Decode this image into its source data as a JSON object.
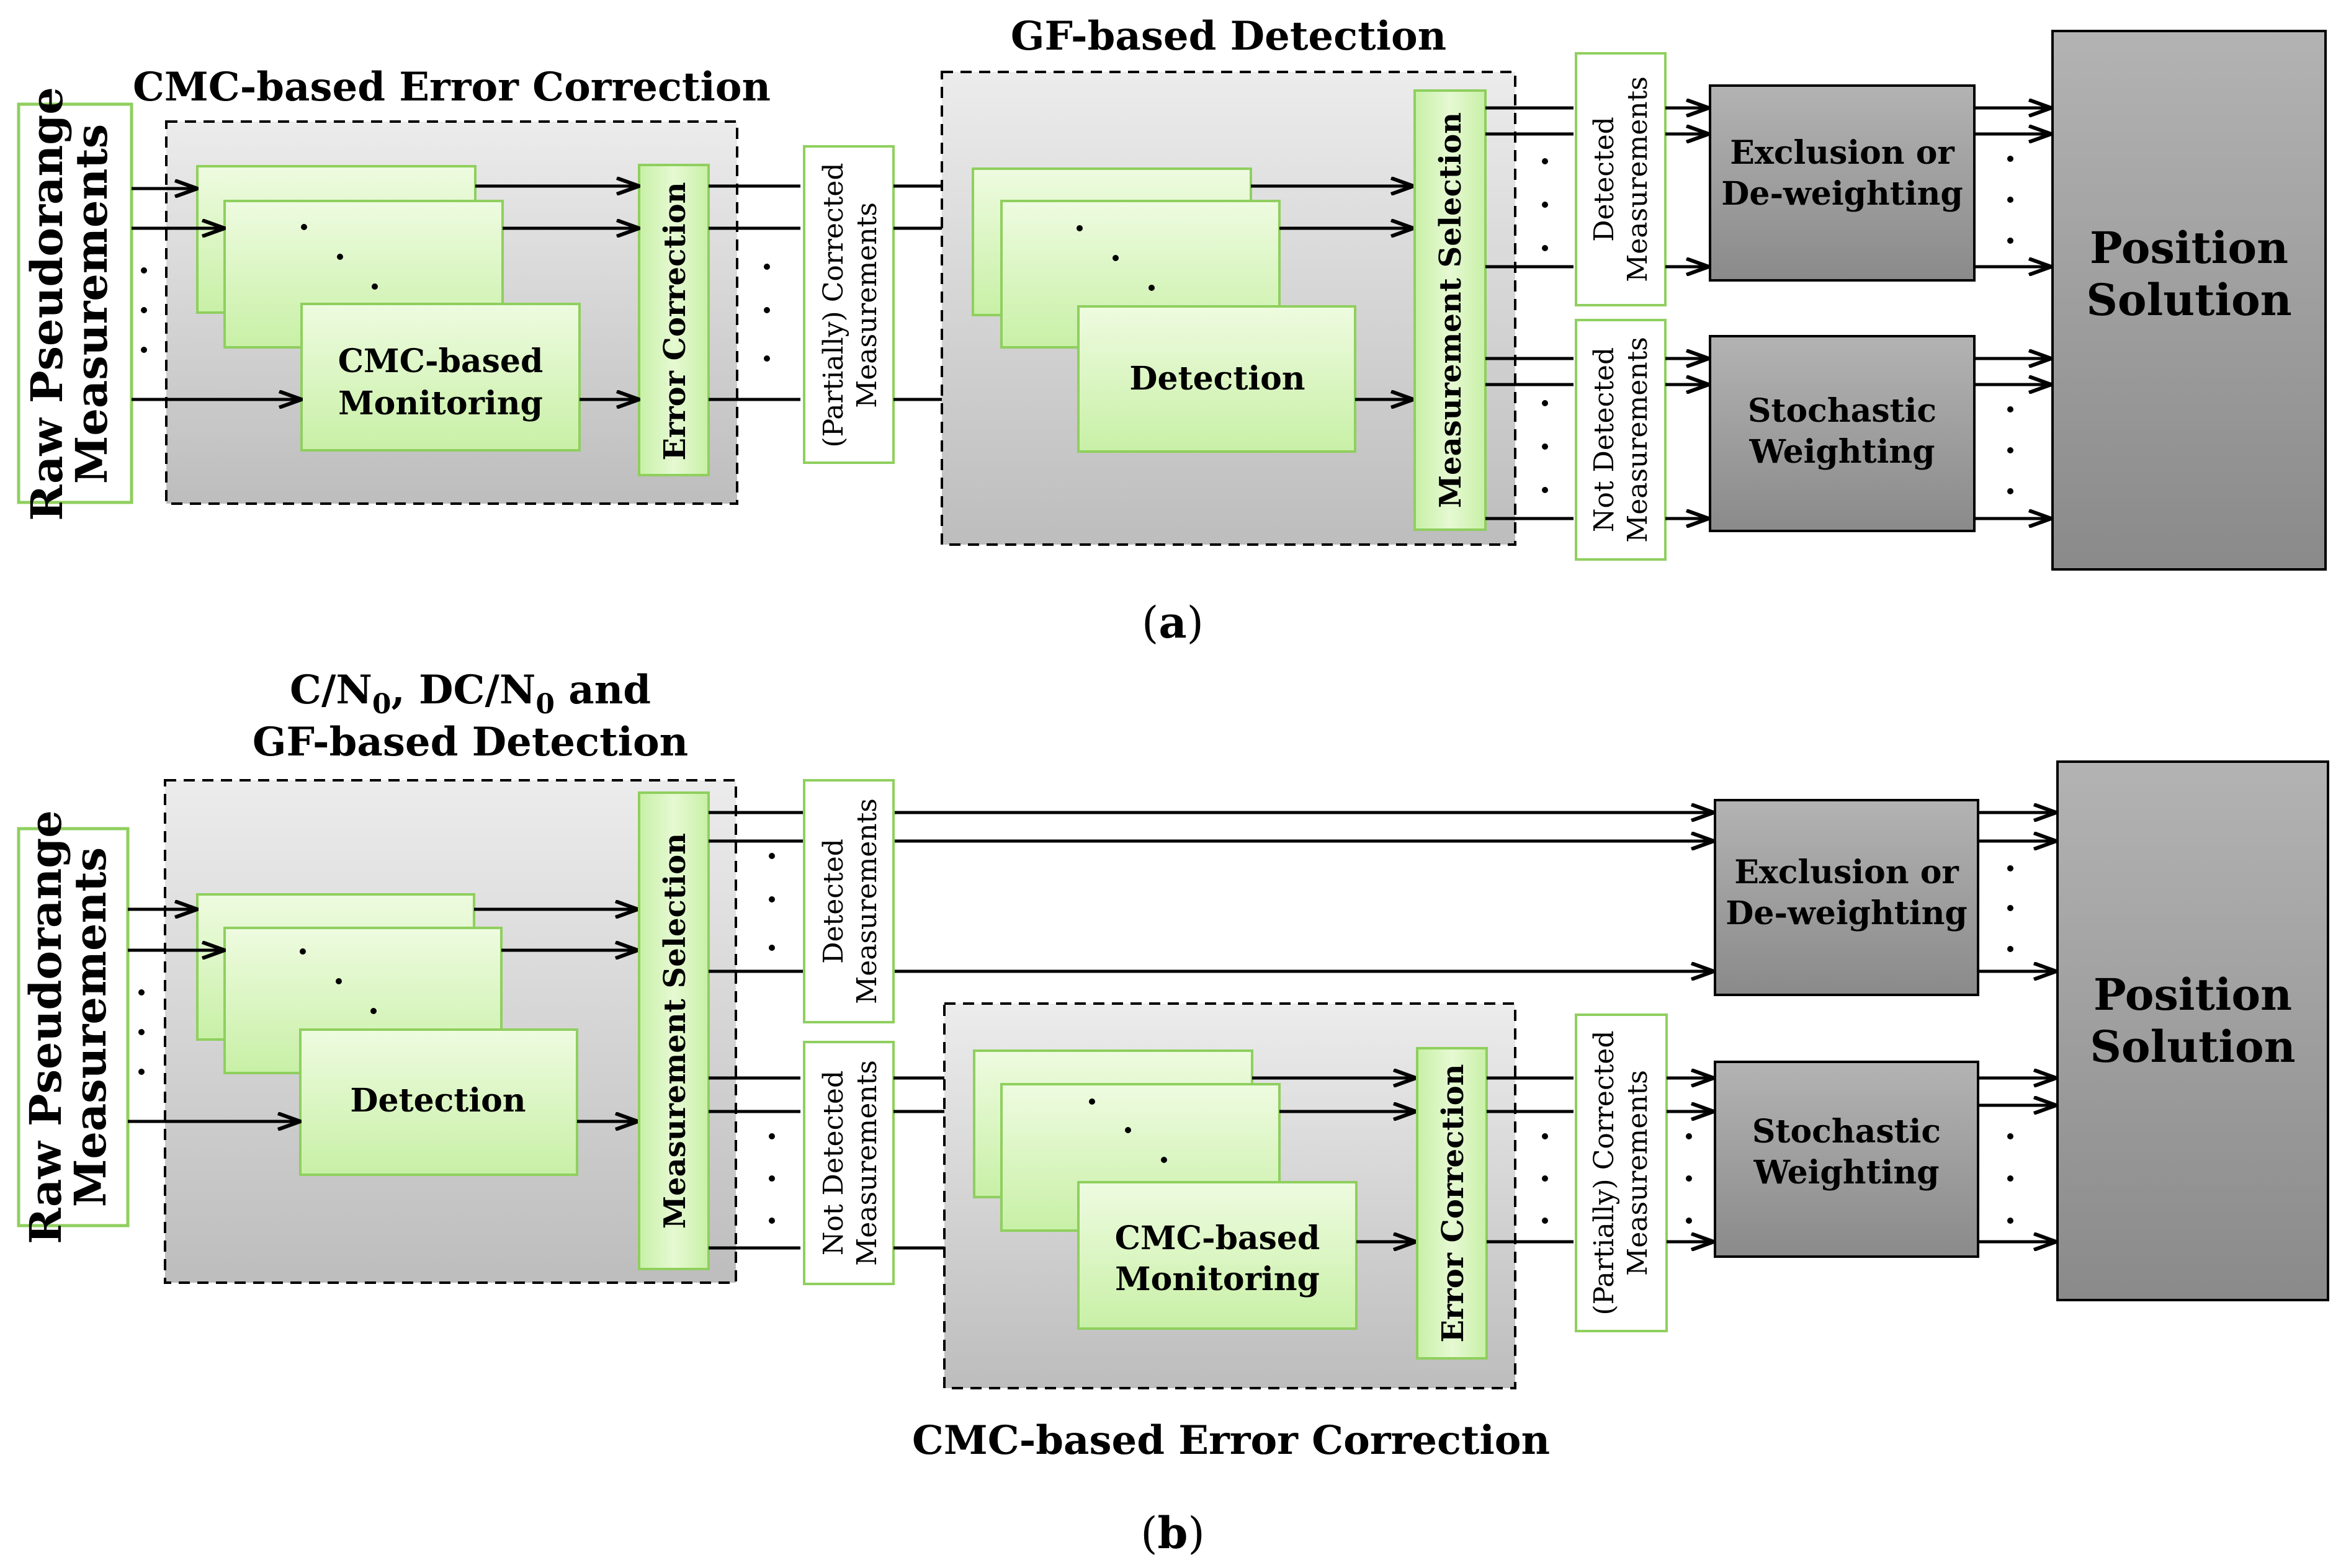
{
  "panel_a": {
    "caption": "a",
    "raw_input": [
      "Raw Pseudorange",
      "Measurements"
    ],
    "stage1_title": "CMC-based Error Correction",
    "stage1_block": [
      "CMC-based",
      "Monitoring"
    ],
    "stage1_correction": "Error Correction",
    "intermediate": [
      "(Partially) Corrected",
      "Measurements"
    ],
    "stage2_title": "GF-based Detection",
    "stage2_block": "Detection",
    "selection": "Measurement Selection",
    "detected": [
      "Detected",
      "Measurements"
    ],
    "not_detected": [
      "Not Detected",
      "Measurements"
    ],
    "exclusion": [
      "Exclusion or",
      "De-weighting"
    ],
    "stochastic": [
      "Stochastic",
      "Weighting"
    ],
    "solution": [
      "Position",
      "Solution"
    ]
  },
  "panel_b": {
    "caption": "b",
    "raw_input": [
      "Raw Pseudorange",
      "Measurements"
    ],
    "stage1_title_line1": "C/N",
    "stage1_title_sub": "0",
    "stage1_title_mid": ", DC/N",
    "stage1_title_sub2": "0",
    "stage1_title_end": " and",
    "stage1_title_line2": "GF-based Detection",
    "stage1_block": "Detection",
    "selection": "Measurement Selection",
    "detected": [
      "Detected",
      "Measurements"
    ],
    "not_detected": [
      "Not Detected",
      "Measurements"
    ],
    "stage2_title": "CMC-based Error Correction",
    "stage2_block": [
      "CMC-based",
      "Monitoring"
    ],
    "stage2_correction": "Error Correction",
    "intermediate": [
      "(Partially) Corrected",
      "Measurements"
    ],
    "exclusion": [
      "Exclusion or",
      "De-weighting"
    ],
    "stochastic": [
      "Stochastic",
      "Weighting"
    ],
    "solution": [
      "Position",
      "Solution"
    ]
  }
}
